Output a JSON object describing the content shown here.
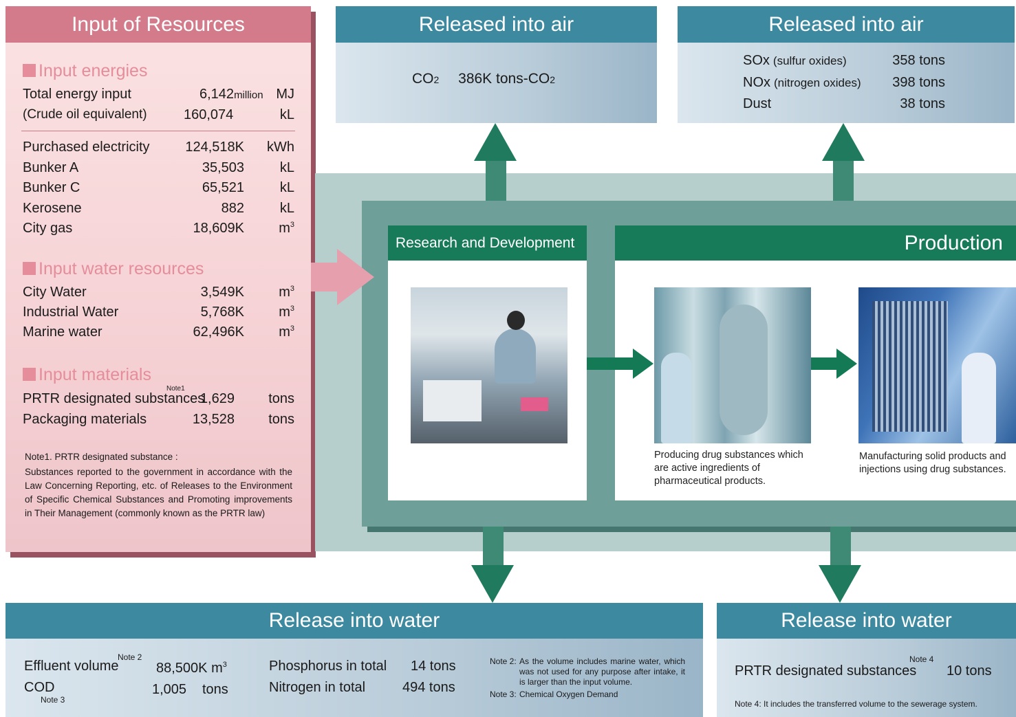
{
  "input": {
    "title": "Input of Resources",
    "energies": {
      "title": "Input energies",
      "total_label": "Total energy input",
      "total_value": "6,142",
      "total_unit_small": "million",
      "total_unit": "MJ",
      "crude_label": "(Crude oil equivalent)",
      "crude_value": "160,074",
      "crude_unit": "kL",
      "rows": [
        {
          "label": "Purchased electricity",
          "value": "124,518K",
          "unit": "kWh"
        },
        {
          "label": "Bunker A",
          "value": "35,503",
          "unit": "kL"
        },
        {
          "label": "Bunker C",
          "value": "65,521",
          "unit": "kL"
        },
        {
          "label": "Kerosene",
          "value": "882",
          "unit": "kL"
        },
        {
          "label": "City gas",
          "value": "18,609K",
          "unit": "m",
          "unit_sup": "3"
        }
      ]
    },
    "water": {
      "title": "Input water resources",
      "rows": [
        {
          "label": "City Water",
          "value": "3,549K",
          "unit": "m",
          "unit_sup": "3"
        },
        {
          "label": "Industrial Water",
          "value": "5,768K",
          "unit": "m",
          "unit_sup": "3"
        },
        {
          "label": "Marine water",
          "value": "62,496K",
          "unit": "m",
          "unit_sup": "3"
        }
      ]
    },
    "materials": {
      "title": "Input materials",
      "note_mark": "Note1",
      "rows": [
        {
          "label": "PRTR designated substances",
          "value": "1,629",
          "unit": "tons"
        },
        {
          "label": "Packaging materials",
          "value": "13,528",
          "unit": "tons"
        }
      ]
    },
    "note_title": "Note1. PRTR designated substance :",
    "note_body": "Substances reported to the government in accordance with the Law Concerning Reporting, etc. of Releases to the Environment of Specific Chemical Substances and Promoting improvements in Their Management (commonly known as the PRTR law)"
  },
  "air_left": {
    "title": "Released into air",
    "co2_label": "CO",
    "co2_sub": "2",
    "co2_value": "386K tons-CO",
    "co2_value_sub": "2"
  },
  "air_right": {
    "title": "Released into air",
    "rows": [
      {
        "label": "SOx",
        "desc": "(sulfur oxides)",
        "value": "358 tons"
      },
      {
        "label": "NOx",
        "desc": "(nitrogen oxides)",
        "value": "398 tons"
      },
      {
        "label": "Dust",
        "desc": "",
        "value": "38 tons"
      }
    ]
  },
  "process": {
    "rd_title": "Research and Development",
    "production_title": "Production",
    "caption_1": "Producing drug substances which are active ingredients of pharmaceutical products.",
    "caption_2": "Manufacturing solid products and injections using drug substances."
  },
  "water_left": {
    "title": "Release into water",
    "effluent_label": "Effluent volume",
    "effluent_note": "Note 2",
    "effluent_value": "88,500K m",
    "effluent_sup": "3",
    "cod_label": "COD",
    "cod_note": "Note 3",
    "cod_value": "1,005",
    "cod_unit": "tons",
    "phosphorus_label": "Phosphorus in total",
    "phosphorus_value": "14 tons",
    "nitrogen_label": "Nitrogen in total",
    "nitrogen_value": "494 tons",
    "note2_label": "Note 2:",
    "note2_text": "As the volume includes marine water, which was not used for any purpose after intake, it is larger than the input volume.",
    "note3_label": "Note 3:",
    "note3_text": "Chemical Oxygen Demand"
  },
  "water_right": {
    "title": "Release into water",
    "prtr_label": "PRTR designated substances",
    "prtr_note": "Note 4",
    "prtr_value": "10 tons",
    "note4": "Note 4: It includes the transferred volume to the sewerage system."
  },
  "colors": {
    "input_header": "#d37b8b",
    "blue_header": "#3d8aa0",
    "green_header": "#177a59",
    "teal_frame": "#6f9f99"
  }
}
